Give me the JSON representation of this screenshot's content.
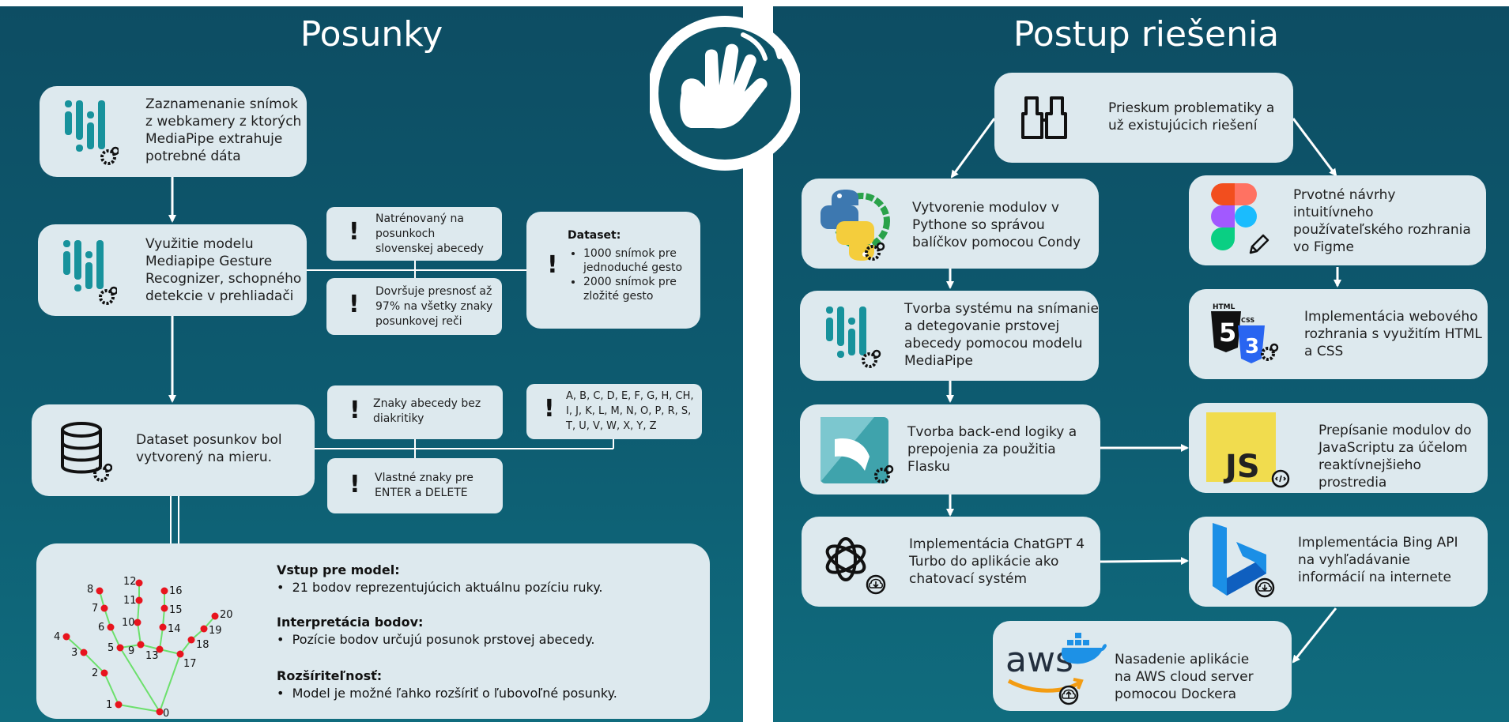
{
  "left": {
    "title": "Posunky",
    "box1": "Zaznamenanie snímok\nz webkamery z ktorých\nMediaPipe extrahuje\npotrebné dáta",
    "box2": "Využitie modelu\nMediapipe Gesture\nRecognizer, schopného\ndetekcie v prehliadači",
    "note1": "Natrénovaný na\nposunkoch\nslovenskej abecedy",
    "note2": "Dovršuje presnosť až\n97% na všetky znaky\nposunkovej reči",
    "dataset": {
      "heading": "Dataset:",
      "items": [
        "1000 snímok pre jednoduché gesto",
        "2000 snímok pre zložité gesto"
      ]
    },
    "box3": "Dataset posunkov bol\nvytvorený na mieru.",
    "note3": "Znaky abecedy bez\ndiakritiky",
    "note4": "Vlastné znaky pre\nENTER a DELETE",
    "letters": "A, B, C, D, E, F, G, H, CH,\nI, J, K, L, M, N, O, P, R, S,\nT, U, V, W, X, Y, Z",
    "hand_labels": [
      "0",
      "1",
      "2",
      "3",
      "4",
      "5",
      "6",
      "7",
      "8",
      "9",
      "10",
      "11",
      "12",
      "13",
      "14",
      "15",
      "16",
      "17",
      "18",
      "19",
      "20"
    ],
    "info": {
      "h1": "Vstup pre model:",
      "b1": "21 bodov reprezentujúcich aktuálnu pozíciu ruky.",
      "h2": "Interpretácia bodov:",
      "b2": "Pozície bodov určujú posunok prstovej abecedy.",
      "h3": "Rozšíriteľnosť:",
      "b3": "Model je možné ľahko rozšíriť o ľubovoľné posunky."
    }
  },
  "right": {
    "title": "Postup riešenia",
    "research": "Prieskum problematiky a\nuž existujúcich riešení",
    "python": "Vytvorenie modulov v\nPython​e so správou\nbalíčkov pomocou Condy",
    "figma": "Prvotné návrhy\nintuitívneho\npoužívateľského rozhrania\nvo Figme",
    "mediapipe": "Tvorba systému na snímanie\na detegovanie prstovej\nabecedy pomocou modelu\nMediaPipe",
    "html": "Implementácia webového\nrozhrania s využitím HTML\na CSS",
    "flask": "Tvorba back-end logiky a\nprepojenia za použitia\nFlasku",
    "js": "Prepísanie modulov do\nJavaScriptu za účelom\nreaktívnejšieho prostredia",
    "chatgpt": "Implementácia ChatGPT 4\nTurbo do aplikácie ako\nchatovací systém",
    "bing": "Implementácia Bing API\nna vyhľadávanie\ninformácií na internete",
    "aws": "Nasadenie aplikácie\nna AWS cloud server\npomocou Dockera",
    "icon_texts": {
      "html": "HTML",
      "css": "CSS",
      "js": "JS",
      "aws": "aws"
    }
  },
  "colors": {
    "panel": "#0d5468",
    "box": "#dde9ee",
    "accent": "#17929c",
    "node": "#e8141e",
    "bone": "#6ce06c"
  },
  "icons": [
    "mediapipe-icon",
    "database-icon",
    "hand-logo-icon",
    "binoculars-icon",
    "python-icon",
    "figma-icon",
    "html5-icon",
    "css3-icon",
    "flask-icon",
    "javascript-icon",
    "chatgpt-icon",
    "bing-icon",
    "aws-icon",
    "docker-icon",
    "gear-icon",
    "pencil-icon",
    "exclamation-icon"
  ]
}
